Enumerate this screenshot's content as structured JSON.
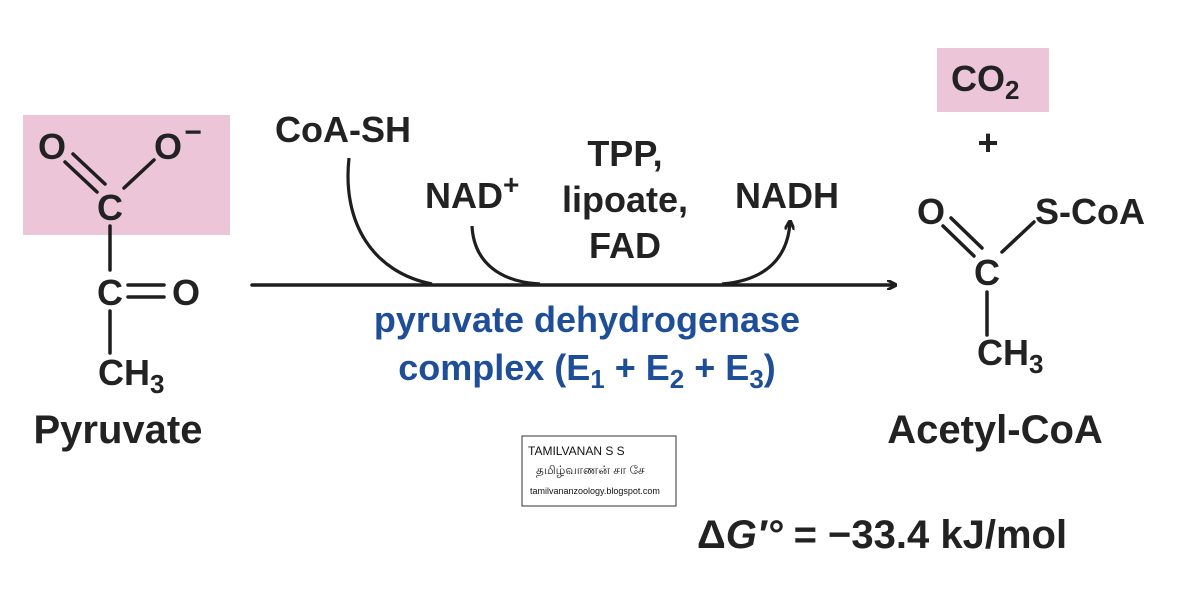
{
  "pyruvate": {
    "o_left": "O",
    "o_minus": "O",
    "o_minus_charge": "−",
    "c_carboxyl": "C",
    "c_keto": "C",
    "o_keto": "O",
    "ch": "CH",
    "ch_sub": "3",
    "name": "Pyruvate"
  },
  "reaction": {
    "cofactor_in_1": "CoA-SH",
    "cofactor_in_2": "NAD",
    "cofactor_in_2_sup": "+",
    "cofactors_line_1": "TPP,",
    "cofactors_line_2": "lipoate,",
    "cofactors_line_3": "FAD",
    "cofactor_out": "NADH",
    "enzyme_line_1": "pyruvate dehydrogenase",
    "enzyme_line_2": {
      "part_1": "complex (E",
      "sub_1": "1",
      "part_2": " + E",
      "sub_2": "2",
      "part_3": " + E",
      "sub_3": "3",
      "part_4": ")"
    }
  },
  "products": {
    "co2": "CO",
    "co2_sub": "2",
    "plus": "+",
    "o": "O",
    "s_coa": "S-CoA",
    "c": "C",
    "ch": "CH",
    "ch_sub": "3",
    "name": "Acetyl-CoA"
  },
  "delta_g": {
    "symbol": "Δ",
    "g": "G′°",
    "value": " = −33.4 kJ/mol"
  },
  "watermark": {
    "line_1": "TAMILVANAN S S",
    "line_2": "தமிழ்வாணன் சா சே",
    "line_3": "tamilvananzoology.blogspot.com"
  },
  "colors": {
    "highlight": "#ecc5d8",
    "enzyme_text": "#1f4e99",
    "ink": "#222222"
  }
}
